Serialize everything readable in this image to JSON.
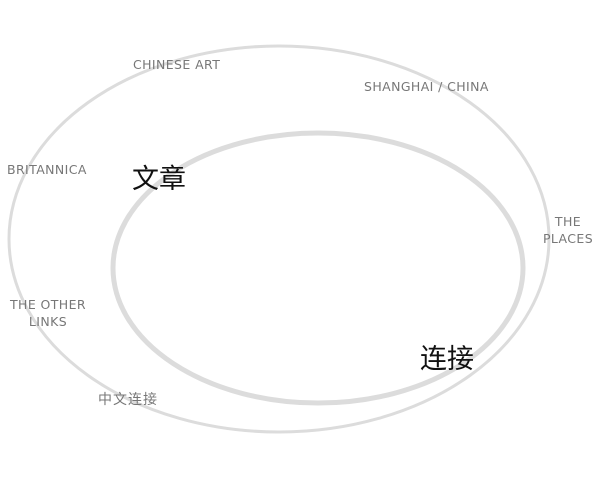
{
  "links": {
    "chinese_art": "CHINESE ART",
    "shanghai_china": "SHANGHAI / CHINA",
    "britannica": "BRITANNICA",
    "the_places_line1": "THE",
    "the_places_line2": "PLACES",
    "the_other_links_line1": "THE OTHER",
    "the_other_links_line2": "LINKS",
    "chinese_links": "中文连接"
  },
  "labels": {
    "articles": "文章",
    "links": "连接"
  },
  "colors": {
    "ring": "#dcdcdc",
    "link_text": "#777777",
    "label_text": "#111111",
    "background": "#ffffff"
  }
}
